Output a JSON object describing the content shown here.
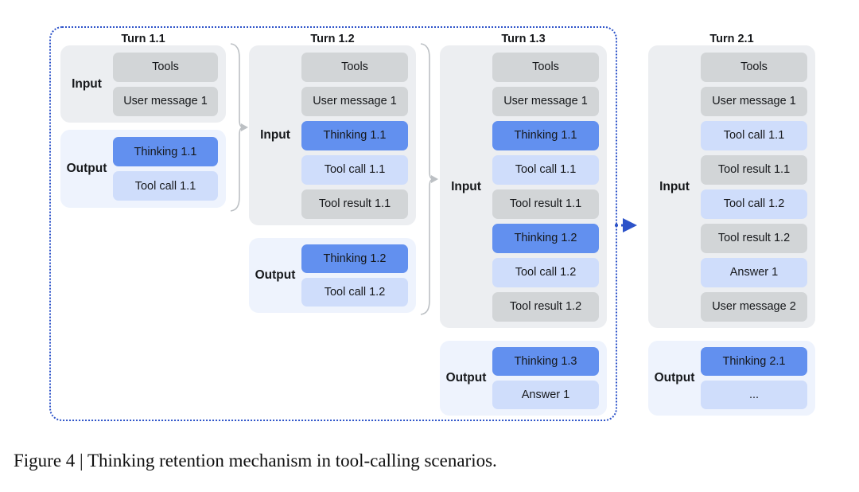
{
  "figure": {
    "caption": "Figure 4 | Thinking retention mechanism in tool-calling scenarios."
  },
  "colors": {
    "box_gray": "#d2d5d7",
    "box_thinking_blue": "#6290ef",
    "box_light_blue": "#cfddfb",
    "input_panel_bg": "#eceef1",
    "output_panel_bg": "#eef3fd",
    "dashed_border_blue": "#2d53c9",
    "bracket_gray": "#bcc0c4"
  },
  "turns": [
    {
      "title": "Turn 1.1",
      "input": {
        "label": "Input",
        "boxes": [
          {
            "label": "Tools",
            "style": "gray"
          },
          {
            "label": "User message 1",
            "style": "gray"
          }
        ]
      },
      "output": {
        "label": "Output",
        "boxes": [
          {
            "label": "Thinking 1.1",
            "style": "blue"
          },
          {
            "label": "Tool call 1.1",
            "style": "lightblue"
          }
        ]
      }
    },
    {
      "title": "Turn 1.2",
      "input": {
        "label": "Input",
        "boxes": [
          {
            "label": "Tools",
            "style": "gray"
          },
          {
            "label": "User message 1",
            "style": "gray"
          },
          {
            "label": "Thinking 1.1",
            "style": "blue"
          },
          {
            "label": "Tool call 1.1",
            "style": "lightblue"
          },
          {
            "label": "Tool result 1.1",
            "style": "gray"
          }
        ]
      },
      "output": {
        "label": "Output",
        "boxes": [
          {
            "label": "Thinking 1.2",
            "style": "blue"
          },
          {
            "label": "Tool call 1.2",
            "style": "lightblue"
          }
        ]
      }
    },
    {
      "title": "Turn 1.3",
      "input": {
        "label": "Input",
        "boxes": [
          {
            "label": "Tools",
            "style": "gray"
          },
          {
            "label": "User message 1",
            "style": "gray"
          },
          {
            "label": "Thinking 1.1",
            "style": "blue"
          },
          {
            "label": "Tool call 1.1",
            "style": "lightblue"
          },
          {
            "label": "Tool result 1.1",
            "style": "gray"
          },
          {
            "label": "Thinking 1.2",
            "style": "blue"
          },
          {
            "label": "Tool call 1.2",
            "style": "lightblue"
          },
          {
            "label": "Tool result 1.2",
            "style": "gray"
          }
        ]
      },
      "output": {
        "label": "Output",
        "boxes": [
          {
            "label": "Thinking 1.3",
            "style": "blue"
          },
          {
            "label": "Answer 1",
            "style": "lightblue"
          }
        ]
      }
    },
    {
      "title": "Turn 2.1",
      "input": {
        "label": "Input",
        "boxes": [
          {
            "label": "Tools",
            "style": "gray"
          },
          {
            "label": "User message 1",
            "style": "gray"
          },
          {
            "label": "Tool call 1.1",
            "style": "lightblue"
          },
          {
            "label": "Tool result 1.1",
            "style": "gray"
          },
          {
            "label": "Tool call 1.2",
            "style": "lightblue"
          },
          {
            "label": "Tool result 1.2",
            "style": "gray"
          },
          {
            "label": "Answer 1",
            "style": "lightblue"
          },
          {
            "label": "User message 2",
            "style": "gray"
          }
        ]
      },
      "output": {
        "label": "Output",
        "boxes": [
          {
            "label": "Thinking 2.1",
            "style": "blue"
          },
          {
            "label": "...",
            "style": "lightblue"
          }
        ]
      }
    }
  ]
}
